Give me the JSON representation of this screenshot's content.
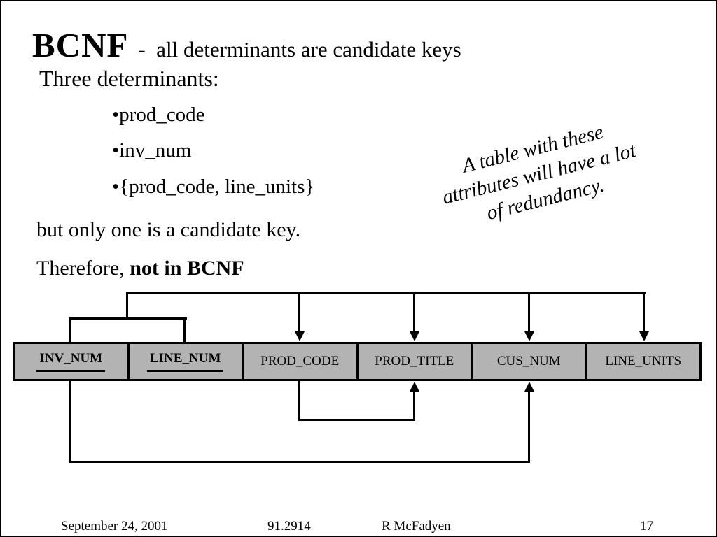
{
  "slide": {
    "title_main": "BCNF",
    "title_rest": "-  all determinants are candidate keys",
    "line1": "Three determinants:",
    "bullet_char": "•",
    "bullets": [
      "prod_code",
      "inv_num",
      "{prod_code, line_units}"
    ],
    "note_lines": [
      "A table with these",
      "attributes will have a lot",
      "of redundancy."
    ],
    "line2": "but only one is a candidate key.",
    "line3_prefix": "Therefore, ",
    "line3_bold": "not in BCNF"
  },
  "diagram": {
    "cells": [
      {
        "label": "INV_NUM",
        "primary_key_part": true
      },
      {
        "label": "LINE_NUM",
        "primary_key_part": true
      },
      {
        "label": "PROD_CODE",
        "primary_key_part": false
      },
      {
        "label": "PROD_TITLE",
        "primary_key_part": false
      },
      {
        "label": "CUS_NUM",
        "primary_key_part": false
      },
      {
        "label": "LINE_UNITS",
        "primary_key_part": false
      }
    ],
    "cell_bg": "#b3b3b3",
    "line_color": "#000000",
    "functional_dependencies": [
      {
        "determinant": "{INV_NUM, LINE_NUM}",
        "dependents": [
          "PROD_CODE",
          "PROD_TITLE",
          "CUS_NUM",
          "LINE_UNITS"
        ]
      },
      {
        "determinant": "PROD_CODE",
        "dependents": [
          "PROD_TITLE"
        ]
      },
      {
        "determinant": "INV_NUM",
        "dependents": [
          "CUS_NUM"
        ]
      }
    ]
  },
  "footer": {
    "date": "September 24, 2001",
    "course": "91.2914",
    "author": "R McFadyen",
    "page": "17"
  }
}
